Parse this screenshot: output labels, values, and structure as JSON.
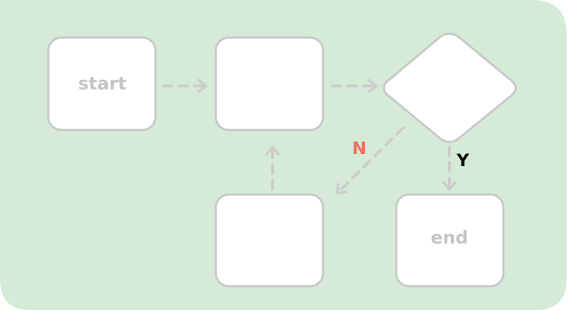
{
  "diagram": {
    "nodes": {
      "start": {
        "label": "start"
      },
      "process_top": {
        "label": ""
      },
      "decision": {
        "label": ""
      },
      "process_bottom": {
        "label": ""
      },
      "end": {
        "label": "end"
      }
    },
    "branches": {
      "no": {
        "label": "N"
      },
      "yes": {
        "label": "Y"
      }
    }
  },
  "colors": {
    "panel_background": "#d5ead7",
    "node_fill": "#ffffff",
    "node_stroke": "#c8c8c8",
    "node_text": "#c4c4c4",
    "arrow": "#cccccc",
    "label_no": "#e8735a",
    "label_yes": "#000000"
  }
}
